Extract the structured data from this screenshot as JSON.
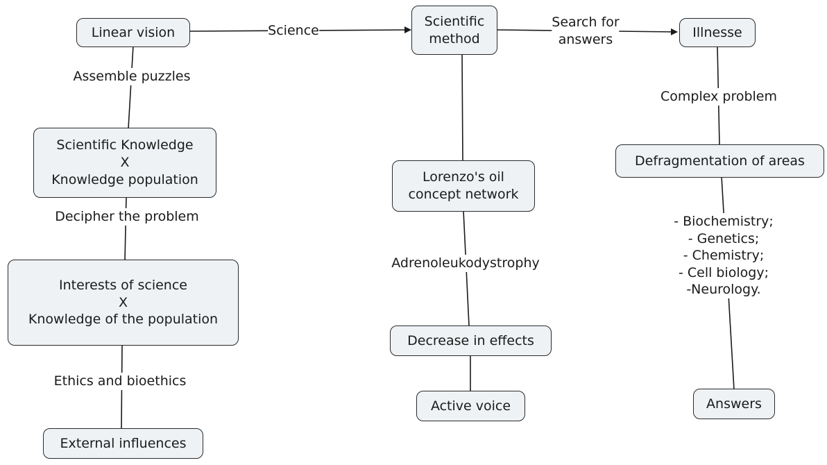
{
  "nodes": {
    "linear_vision": "Linear vision",
    "scientific_method": [
      "Scientific",
      "method"
    ],
    "illnesse": "Illnesse",
    "scientific_knowledge": [
      "Scientific Knowledge",
      "X",
      "Knowledge population"
    ],
    "lorenzos_oil": [
      "Lorenzo's oil",
      "concept network"
    ],
    "defragmentation": "Defragmentation of areas",
    "interests_science": [
      "Interests of science",
      "X",
      "Knowledge of the population"
    ],
    "decrease_effects": "Decrease in effects",
    "active_voice": "Active voice",
    "answers": "Answers",
    "external_influences": "External influences"
  },
  "links": {
    "science": "Science",
    "search_for_answers": [
      "Search for",
      "answers"
    ],
    "assemble_puzzles": "Assemble puzzles",
    "complex_problem": "Complex problem",
    "decipher_problem": "Decipher the problem",
    "adrenoleukodystrophy": "Adrenoleukodystrophy",
    "areas_list": [
      "- Biochemistry;",
      "- Genetics;",
      "- Chemistry;",
      "- Cell biology;",
      "-Neurology."
    ],
    "ethics_bioethics": "Ethics and bioethics"
  },
  "colors": {
    "node_fill": "#eef2f5",
    "stroke": "#2a2a2a"
  }
}
